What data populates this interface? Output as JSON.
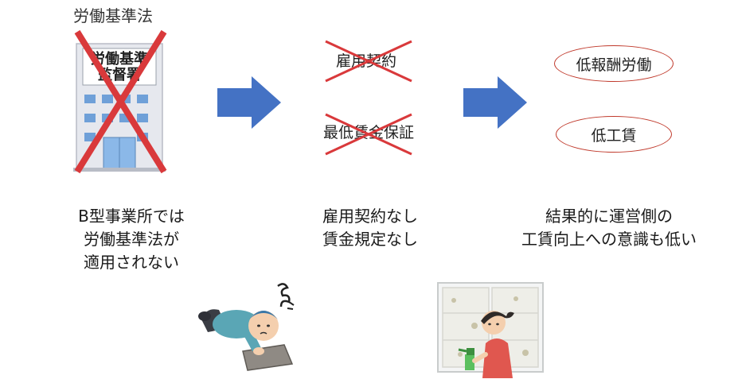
{
  "building": {
    "top_label": "労働基準法",
    "sign_line1": "労働基準",
    "sign_line2": "監督署"
  },
  "middle": {
    "crossed_item1": "雇用契約",
    "crossed_item2": "最低賃金保証"
  },
  "results": {
    "oval1": "低報酬労働",
    "oval2": "低工賃"
  },
  "captions": {
    "left": [
      "B型事業所では",
      "労働基準法が",
      "適用されない"
    ],
    "middle": [
      "雇用契約なし",
      "賃金規定なし"
    ],
    "right": [
      "結果的に運営側の",
      "工賃向上への意識も低い"
    ]
  },
  "colors": {
    "arrow": "#4472c4",
    "cross": "#d9393b",
    "oval_border": "#c0392b"
  }
}
